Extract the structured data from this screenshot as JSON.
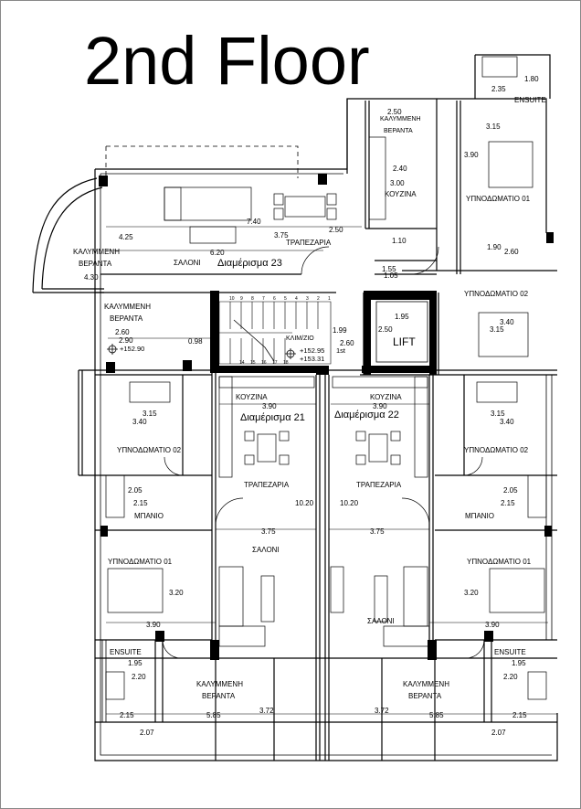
{
  "title": "2nd Floor",
  "apartments": {
    "a21": "Διαμέρισμα 21",
    "a22": "Διαμέρισμα 22",
    "a23": "Διαμέρισμα 23"
  },
  "rooms": {
    "kitchen": "ΚΟΥΖΙΝΑ",
    "dining": "ΤΡΑΠΕΖΑΡΙΑ",
    "living": "ΣΑΛΟΝΙ",
    "bedroom1": "ΥΠΝΟΔΩΜΑΤΙΟ 01",
    "bedroom2": "ΥΠΝΟΔΩΜΑΤΙΟ 02",
    "bath": "ΜΠΑΝΙΟ",
    "ensuite": "ENSUITE",
    "veranda_l1": "ΚΑΛΥΜΜΕΝΗ",
    "veranda_l2": "ΒΕΡΑΝΤΑ",
    "stair": "ΚΛΙΜ/ΖΙΟ",
    "lift": "LIFT"
  },
  "levels": {
    "l1": "+152.90",
    "l2": "+152.95",
    "l3": "+153.31",
    "floor": "1st"
  },
  "dims": {
    "d_1_80": "1.80",
    "d_2_35": "2.35",
    "d_2_50": "2.50",
    "d_3_15": "3.15",
    "d_3_90": "3.90",
    "d_2_40": "2.40",
    "d_3_00": "3.00",
    "d_4_25": "4.25",
    "d_7_40": "7.40",
    "d_3_75": "3.75",
    "d_1_10": "1.10",
    "d_6_20": "6.20",
    "d_4_30": "4.30",
    "d_1_90": "1.90",
    "d_2_60": "2.60",
    "d_1_55": "1.55",
    "d_1_05": "1.05",
    "d_3_40": "3.40",
    "d_1_95": "1.95",
    "d_2_90": "2.90",
    "d_0_98": "0.98",
    "d_1_99": "1.99",
    "d_2_05": "2.05",
    "d_2_15": "2.15",
    "d_10_20": "10.20",
    "d_3_20": "3.20",
    "d_2_20": "2.20",
    "d_5_85": "5.85",
    "d_3_72": "3.72",
    "d_2_07": "2.07"
  },
  "stair_steps": [
    "10",
    "9",
    "8",
    "7",
    "6",
    "5",
    "4",
    "3",
    "2",
    "1",
    "14",
    "15",
    "16",
    "17",
    "18"
  ]
}
